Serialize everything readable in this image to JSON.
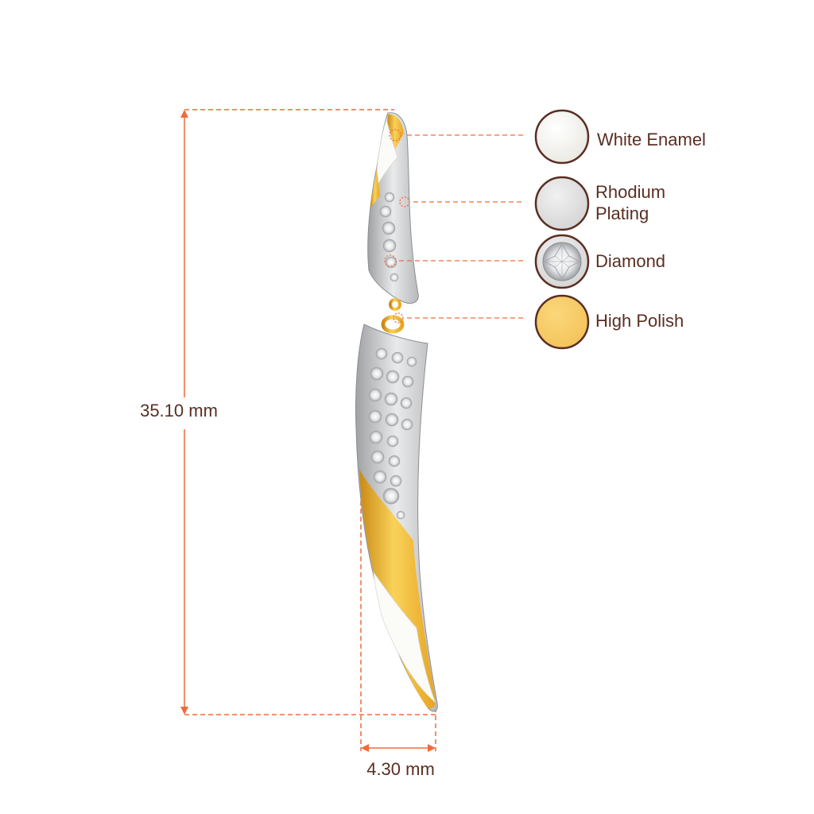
{
  "dimensions": {
    "height_label": "35.10 mm",
    "width_label": "4.30 mm"
  },
  "legend": [
    {
      "name": "White Enamel",
      "lines": [
        "White Enamel"
      ],
      "color": "#f4f3ef",
      "icon": "white-enamel-swatch"
    },
    {
      "name": "Rhodium Plating",
      "lines": [
        "Rhodium",
        "Plating"
      ],
      "color": "#e6e6e6",
      "icon": "rhodium-swatch"
    },
    {
      "name": "Diamond",
      "lines": [
        "Diamond"
      ],
      "color": "#d9d9d9",
      "icon": "diamond-swatch"
    },
    {
      "name": "High Polish",
      "lines": [
        "High Polish"
      ],
      "color": "#f7ce6a",
      "icon": "high-polish-swatch"
    }
  ],
  "colors": {
    "dimension_line": "#f26a3a",
    "text": "#5a2e22",
    "swatch_ring": "#5a2e22",
    "gold": "#f2b634",
    "rhodium": "#cfd0d2",
    "enamel": "#fbfbf8"
  }
}
